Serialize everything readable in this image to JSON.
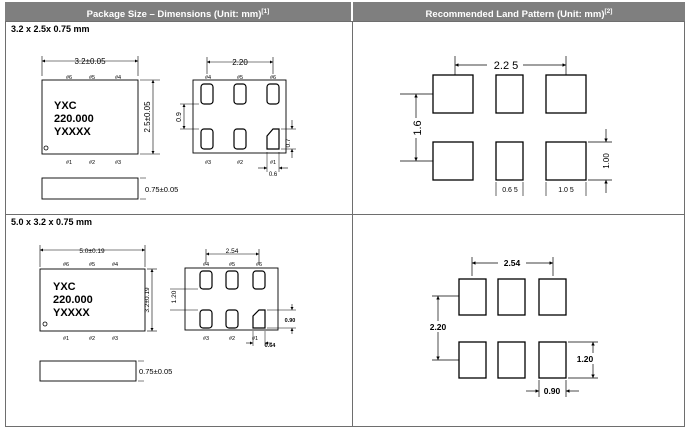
{
  "headers": {
    "left": "Package Size – Dimensions (Unit: mm)",
    "left_note": "[1]",
    "right": "Recommended Land Pattern (Unit: mm)",
    "right_note": "[2]"
  },
  "pkg1": {
    "caption": "3.2 x 2.5x 0.75 mm",
    "width_dim": "3.2±0.05",
    "height_dim": "2.5±0.05",
    "thickness_dim": "0.75±0.05",
    "marking": [
      "YXC",
      "220.000",
      "YXXXX"
    ],
    "top_pins": [
      "#6",
      "#5",
      "#4"
    ],
    "bottom_pins": [
      "#1",
      "#2",
      "#3"
    ],
    "bottom_view": {
      "pitch": "2.20",
      "pad_height": "0.9",
      "pad_gap": "0.7",
      "pad_width": "0.6",
      "top_pins": [
        "#4",
        "#5",
        "#6"
      ],
      "bottom_pins": [
        "#3",
        "#2",
        "#1"
      ],
      "marker_pin": "#1"
    },
    "land": {
      "pitch": "2.2 5",
      "row_spacing": "1.6",
      "pad_height": "1.00",
      "pad_w_small": "0.6 5",
      "pad_w_large": "1.0 5"
    }
  },
  "pkg2": {
    "caption": "5.0 x 3.2 x 0.75 mm",
    "width_dim": "5.0±0.19",
    "height_dim": "3.2±0.19",
    "thickness_dim": "0.75±0.05",
    "marking": [
      "YXC",
      "220.000",
      "YXXXX"
    ],
    "top_pins": [
      "#6",
      "#5",
      "#4"
    ],
    "bottom_pins": [
      "#1",
      "#2",
      "#3"
    ],
    "bottom_view": {
      "pitch": "2.54",
      "pad_height": "1.20",
      "pad_gap": "0.90",
      "pad_width": "0.64",
      "top_pins": [
        "#4",
        "#5",
        "#6"
      ],
      "bottom_pins": [
        "#3",
        "#2",
        "#1"
      ],
      "marker_pin": "#1"
    },
    "land": {
      "pitch": "2.54",
      "row_spacing": "2.20",
      "pad_height": "1.20",
      "pad_width": "0.90"
    }
  }
}
